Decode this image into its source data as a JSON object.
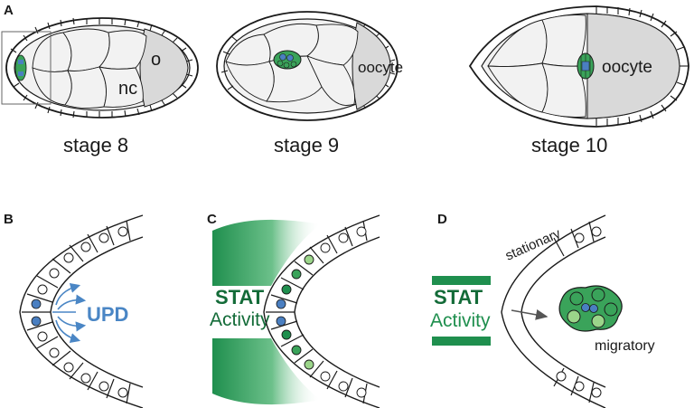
{
  "panels": {
    "a": {
      "letter": "A",
      "stages": [
        "stage 8",
        "stage 9",
        "stage 10"
      ],
      "labels": {
        "nc": "nc",
        "o": "o",
        "oocyte_9": "oocyte",
        "oocyte_10": "oocyte"
      }
    },
    "b": {
      "letter": "B",
      "signal_label": "UPD"
    },
    "c": {
      "letter": "C",
      "title_line1": "STAT",
      "title_line2": "Activity"
    },
    "d": {
      "letter": "D",
      "title_line1": "STAT",
      "title_line2": "Activity",
      "stationary": "stationary",
      "migratory": "migratory"
    }
  },
  "colors": {
    "cell_fill": "#f2f2f2",
    "oocyte_fill": "#d9d9d9",
    "polar_blue": "#4a7fc1",
    "upd_blue": "#4a86c5",
    "stat_green": "#1f8f4e",
    "stat_dark_green": "#136b38",
    "border_cell_green": "#3aa35a",
    "light_green": "#9bd58a"
  }
}
